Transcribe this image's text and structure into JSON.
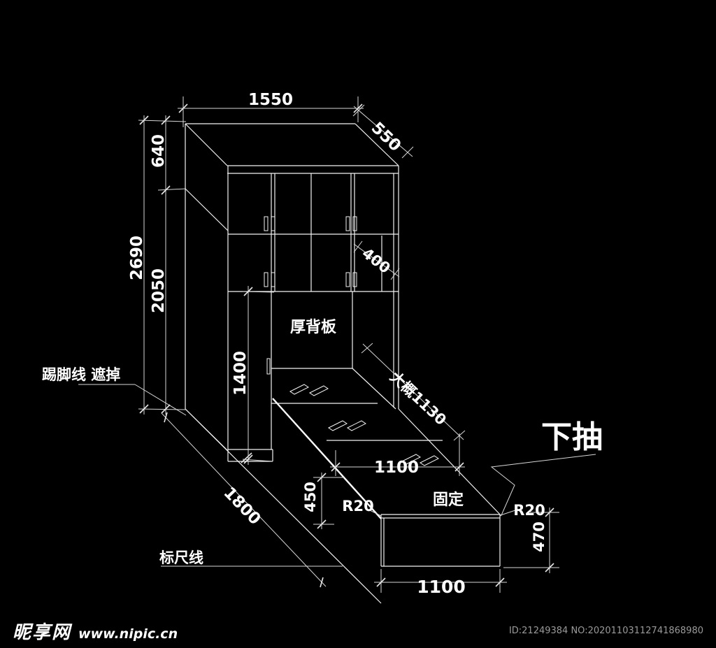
{
  "drawing": {
    "dimensions": {
      "top_width": "1550",
      "top_depth": "550",
      "upper_height": "640",
      "total_height": "2690",
      "lower_height": "2050",
      "door_depth": "400",
      "niche_height": "1400",
      "depth_note": "大概1130",
      "mid_width": "1100",
      "platform_front_height": "450",
      "radius_left": "R20",
      "radius_right": "R20",
      "drawer_height": "470",
      "drawer_width": "1100",
      "platform_length": "1800"
    },
    "labels": {
      "back_panel": "厚背板",
      "skirting_note": "踢脚线 遮掉",
      "lower_drawer": "下抽",
      "fixed_panel": "固定",
      "ruler_line": "标尺线"
    }
  },
  "watermark": {
    "site": "昵享网",
    "url": "www.nipic.cn",
    "id_no": "ID:21249384 NO:20201103112741868980"
  },
  "colors": {
    "background": "#000000",
    "object_line": "#f2f2f2",
    "dimension_line": "#d6d6d6",
    "text": "#ffffff",
    "watermark_gray": "#9a9a9a"
  }
}
